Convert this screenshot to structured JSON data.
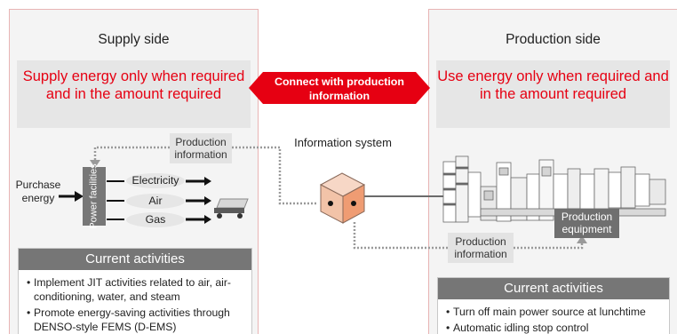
{
  "supply": {
    "title": "Supply side",
    "goal": "Supply energy only when required and in the amount required",
    "current_title": "Current activities",
    "activities": [
      "Implement JIT activities related to air, air-conditioning, water, and steam",
      "Promote energy-saving activities through DENSO-style FEMS (D-EMS)"
    ],
    "purchase": "Purchase energy",
    "power_facilities": "Power facilities",
    "energy_types": [
      "Electricity",
      "Air",
      "Gas"
    ]
  },
  "production": {
    "title": "Production side",
    "goal": "Use energy only when required and in the amount required",
    "current_title": "Current activities",
    "activities": [
      "Turn off main power source at lunchtime",
      "Automatic idling stop control"
    ],
    "equipment": "Production equipment"
  },
  "connect": "Connect with production information",
  "info_system": "Information system",
  "production_info_label": "Production information",
  "colors": {
    "accent": "#e60012",
    "panel": "#f4f4f4",
    "header": "#767676"
  }
}
